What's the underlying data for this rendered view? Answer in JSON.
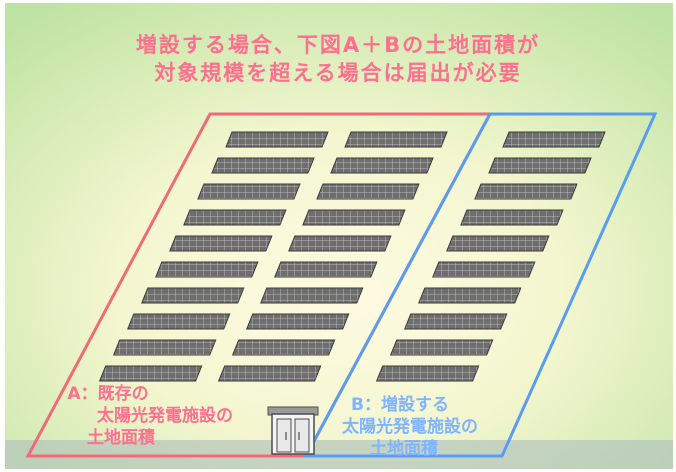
{
  "title": {
    "line1": "増設する場合、下図A＋Bの土地面積が",
    "line2": "対象規模を超える場合は届出が必要"
  },
  "area_a": {
    "line1": "A：既存の",
    "line2": "太陽光発電施設の",
    "line3": "土地面積"
  },
  "area_b": {
    "line1": "B：増設する",
    "line2": "太陽光発電施設の",
    "line3": "土地面積"
  },
  "colors": {
    "area_a_outline": "#f06a78",
    "area_b_outline": "#5a9cf0",
    "title_text": "#ff6f8e",
    "panel": "#6b6b6b",
    "background_outer": "#cfe8b0",
    "background_inner": "#fffbe2"
  },
  "icons": {
    "building": "power-conditioner-building-icon"
  }
}
